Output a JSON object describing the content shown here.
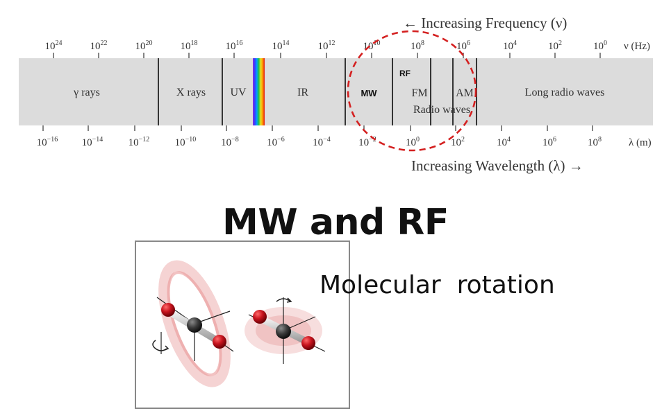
{
  "spectrum": {
    "frequency_label": "← Increasing Frequency (ν)",
    "wavelength_label": "Increasing Wavelength (λ) →",
    "frequency_unit": "ν (Hz)",
    "wavelength_unit": "λ (m)",
    "frequency_ticks": [
      {
        "base": "10",
        "exp": "24"
      },
      {
        "base": "10",
        "exp": "22"
      },
      {
        "base": "10",
        "exp": "20"
      },
      {
        "base": "10",
        "exp": "18"
      },
      {
        "base": "10",
        "exp": "16"
      },
      {
        "base": "10",
        "exp": "14"
      },
      {
        "base": "10",
        "exp": "12"
      },
      {
        "base": "10",
        "exp": "10"
      },
      {
        "base": "10",
        "exp": "8"
      },
      {
        "base": "10",
        "exp": "6"
      },
      {
        "base": "10",
        "exp": "4"
      },
      {
        "base": "10",
        "exp": "2"
      },
      {
        "base": "10",
        "exp": "0"
      }
    ],
    "wavelength_ticks": [
      {
        "base": "10",
        "exp": "−16"
      },
      {
        "base": "10",
        "exp": "−14"
      },
      {
        "base": "10",
        "exp": "−12"
      },
      {
        "base": "10",
        "exp": "−10"
      },
      {
        "base": "10",
        "exp": "−8"
      },
      {
        "base": "10",
        "exp": "−6"
      },
      {
        "base": "10",
        "exp": "−4"
      },
      {
        "base": "10",
        "exp": "−2"
      },
      {
        "base": "10",
        "exp": "0"
      },
      {
        "base": "10",
        "exp": "2"
      },
      {
        "base": "10",
        "exp": "4"
      },
      {
        "base": "10",
        "exp": "6"
      },
      {
        "base": "10",
        "exp": "8"
      }
    ],
    "regions": {
      "gamma": "γ rays",
      "xray": "X rays",
      "uv": "UV",
      "ir": "IR",
      "mw": "MW",
      "rf": "RF",
      "fm": "FM",
      "am": "AM",
      "radio": "Radio waves",
      "long_radio": "Long radio waves"
    },
    "colors": {
      "band": "#dcdcdc",
      "highlight_circle": "#d42020",
      "oxygen": "#c8141e",
      "carbon": "#3a3a3a"
    }
  },
  "title": "MW and RF",
  "caption": "Molecular  rotation"
}
